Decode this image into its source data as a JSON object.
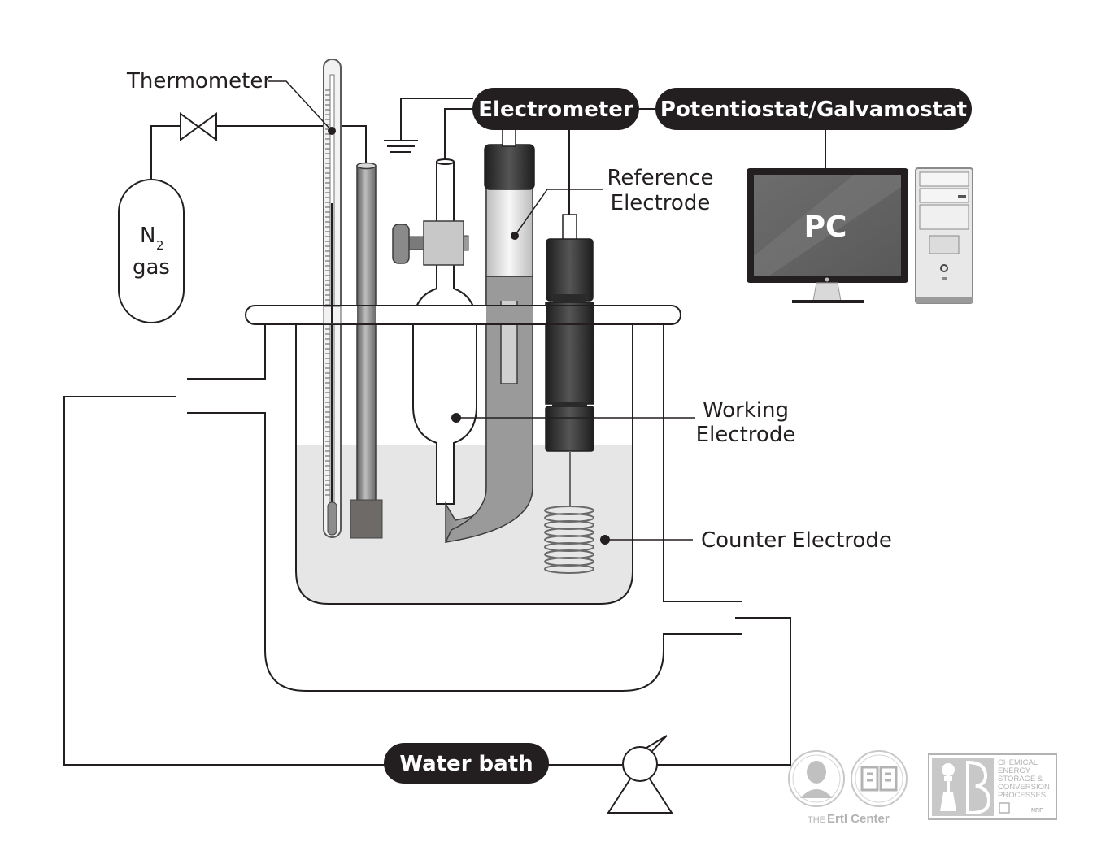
{
  "labels": {
    "thermometer": "Thermometer",
    "n2_main": "N",
    "n2_sub": "2",
    "gas": "gas",
    "reference_line1": "Reference",
    "reference_line2": "Electrode",
    "working_line1": "Working",
    "working_line2": "Electrode",
    "counter": "Counter Electrode",
    "pc": "PC"
  },
  "pills": {
    "electrometer": "Electrometer",
    "potentiostat": "Potentiostat/Galvamostat",
    "water_bath": "Water bath"
  },
  "logos": {
    "ertl_the": "THE",
    "ertl_name": "Ertl Center",
    "cescp": [
      "CHEMICAL",
      "ENERGY",
      "STORAGE &",
      "CONVERSION",
      "PROCESSES"
    ],
    "cescp_small": "NRF"
  },
  "colors": {
    "line": "#231f20",
    "pill": "#231f20",
    "solution": "#e6e6e6",
    "electrode_dark": "#3a3a3a",
    "logo_gray": "#b3b3b3"
  }
}
